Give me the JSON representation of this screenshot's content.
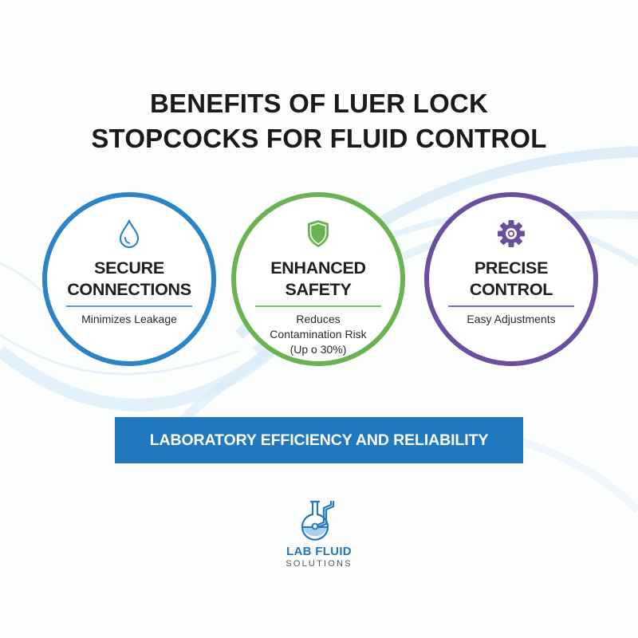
{
  "title": {
    "line1": "BENEFITS OF LUER LOCK",
    "line2": "STOPCOCKS FOR FLUID CONTROL"
  },
  "benefits": [
    {
      "icon": "water-drop-icon",
      "heading_line1": "SECURE",
      "heading_line2": "CONNECTIONS",
      "desc_line1": "Minimizes Leakage",
      "desc_line2": "",
      "desc_line3": "",
      "color": "#2a84c6"
    },
    {
      "icon": "shield-icon",
      "heading_line1": "ENHANCED",
      "heading_line2": "SAFETY",
      "desc_line1": "Reduces",
      "desc_line2": "Contamination Risk",
      "desc_line3": "(Up o 30%)",
      "color": "#69b450"
    },
    {
      "icon": "gear-icon",
      "heading_line1": "PRECISE",
      "heading_line2": "CONTROL",
      "desc_line1": "Easy Adjustments",
      "desc_line2": "",
      "desc_line3": "",
      "color": "#6a4fa0"
    }
  ],
  "banner": {
    "label": "LABORATORY EFFICIENCY AND RELIABILITY",
    "color": "#2178bc"
  },
  "logo": {
    "icon": "flask-icon",
    "name": "LAB FLUID",
    "tagline": "SOLUTIONS",
    "color": "#2378bb"
  }
}
